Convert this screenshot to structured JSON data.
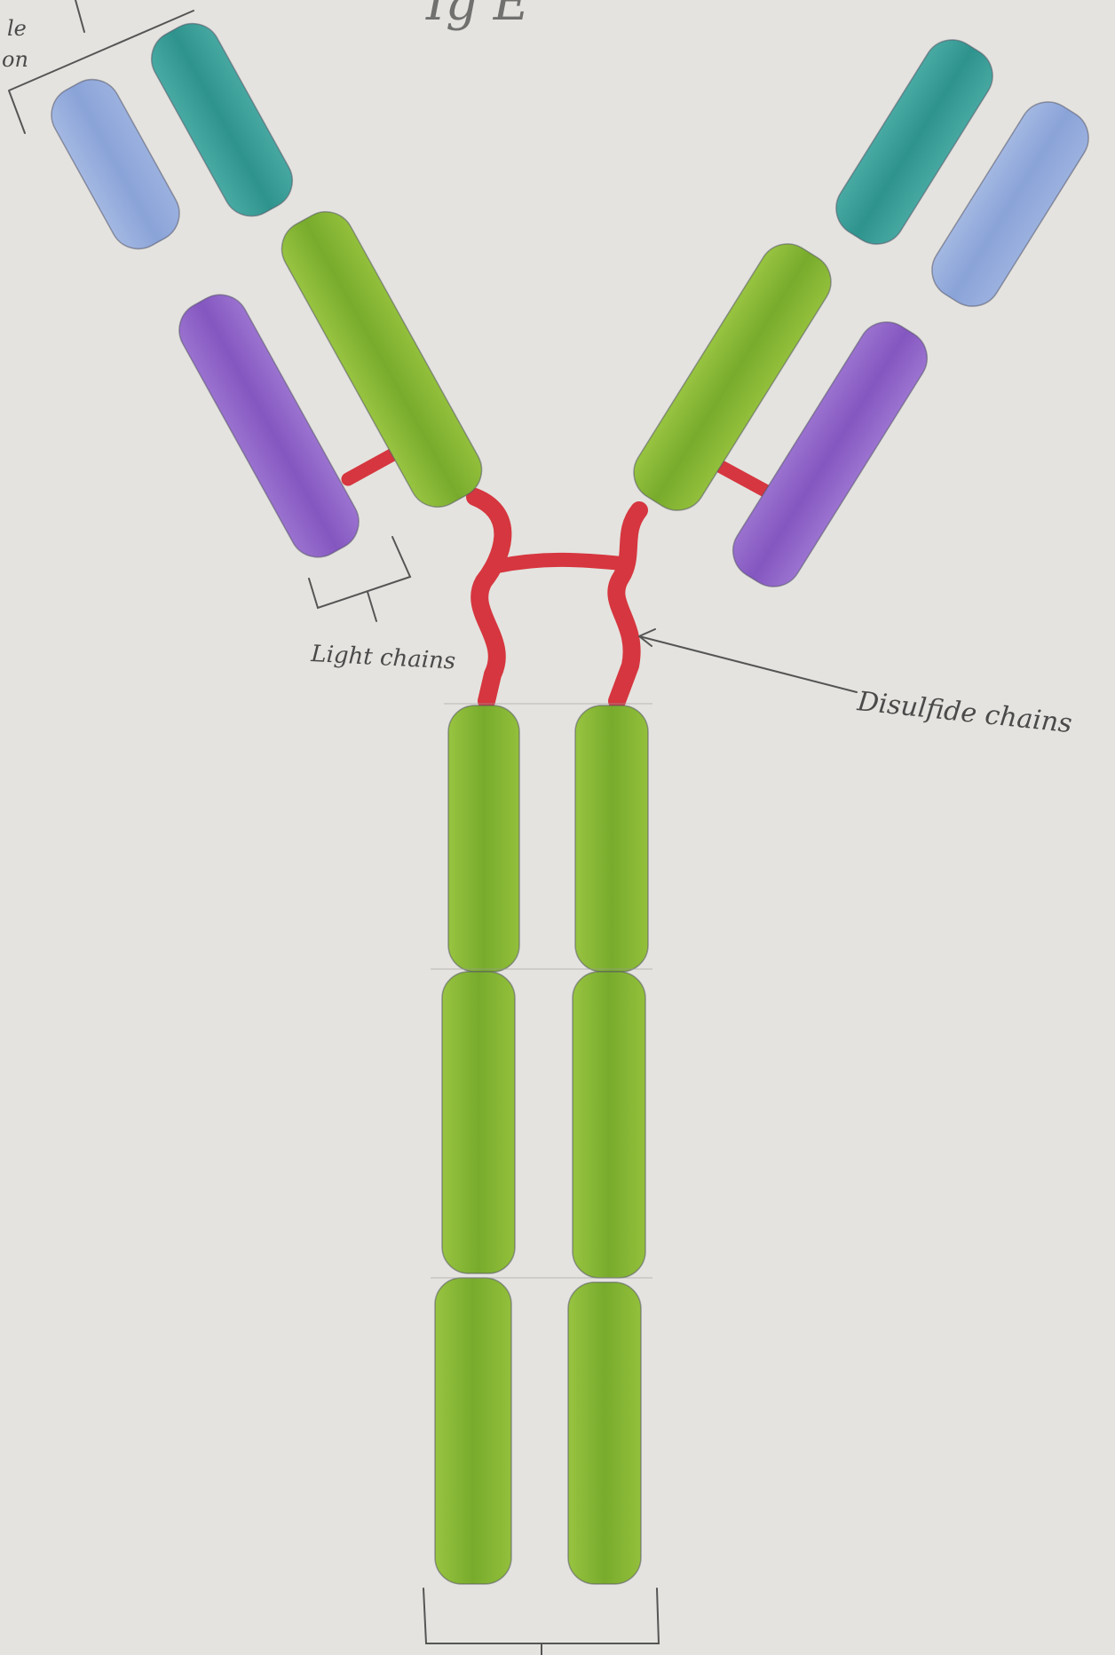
{
  "labels": {
    "title_fragment": "Ig E",
    "corner_fragment_line1": "le",
    "corner_fragment_line2": "on",
    "light_chains": "Light chains",
    "disulfide_chains": "Disulfide chains"
  },
  "colors": {
    "paper": "#e4e3df",
    "light_chain_variable": "#8ea6d8",
    "light_chain_constant": "#8b62c4",
    "heavy_chain_variable": "#3b9e98",
    "heavy_chain_constant": "#86b832",
    "disulfide_bond": "#d6363f",
    "pencil": "#555555"
  }
}
